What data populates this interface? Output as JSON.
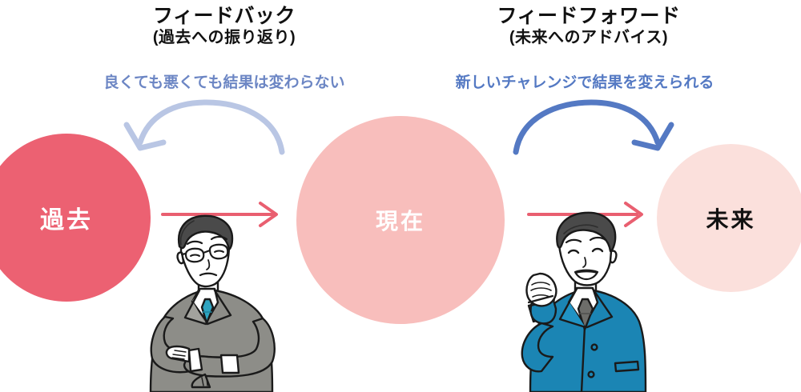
{
  "diagram": {
    "background_color": "#FFFFFF",
    "titles": [
      {
        "name": "feedback",
        "main": "フィードバック",
        "sub": "(過去への振り返り)"
      },
      {
        "name": "feedforward",
        "main": "フィードフォワード",
        "sub": "(未来へのアドバイス)"
      }
    ],
    "captions": [
      {
        "name": "feedback-caption",
        "text": "良くても悪くても結果は変わらない",
        "color": "#6C86C4"
      },
      {
        "name": "feedforward-caption",
        "text": "新しいチャレンジで結果を変えられる",
        "color": "#5479C3"
      }
    ],
    "nodes": [
      {
        "name": "past",
        "label": "過去",
        "fill": "#EC6172",
        "text_color": "#FFFFFF"
      },
      {
        "name": "present",
        "label": "現在",
        "fill": "#F8BEBC",
        "text_color": "#FFFFFF"
      },
      {
        "name": "future",
        "label": "未来",
        "fill": "#FBE0DC",
        "text_color": "#111111"
      }
    ],
    "arrows": [
      {
        "name": "curved-arrow-backward",
        "direction": "right-to-left",
        "color": "#B9C6E4",
        "from": "present",
        "to": "past"
      },
      {
        "name": "curved-arrow-forward",
        "direction": "left-to-right",
        "color": "#5479C3",
        "from": "present",
        "to": "future"
      },
      {
        "name": "straight-arrow-past-to-present",
        "direction": "left-to-right",
        "color": "#E95F70"
      },
      {
        "name": "straight-arrow-present-to-future",
        "direction": "left-to-right",
        "color": "#E95F70"
      }
    ],
    "figures": [
      {
        "name": "skeptical-businessman",
        "description": "眼鏡をかけた腕組みの男性",
        "suit_color": "#8D8D88",
        "tie_color": "#2FA4C0",
        "hair_color": "#4A4A4A",
        "skin_color": "#FFFFFF",
        "outline_color": "#1A1A1A"
      },
      {
        "name": "motivated-businessman",
        "description": "拳を上げた笑顔の男性",
        "suit_color": "#1B85B4",
        "tie_color": "#6D6D6A",
        "hair_color": "#4A4A4A",
        "skin_color": "#FFFFFF",
        "outline_color": "#1A1A1A"
      }
    ]
  }
}
